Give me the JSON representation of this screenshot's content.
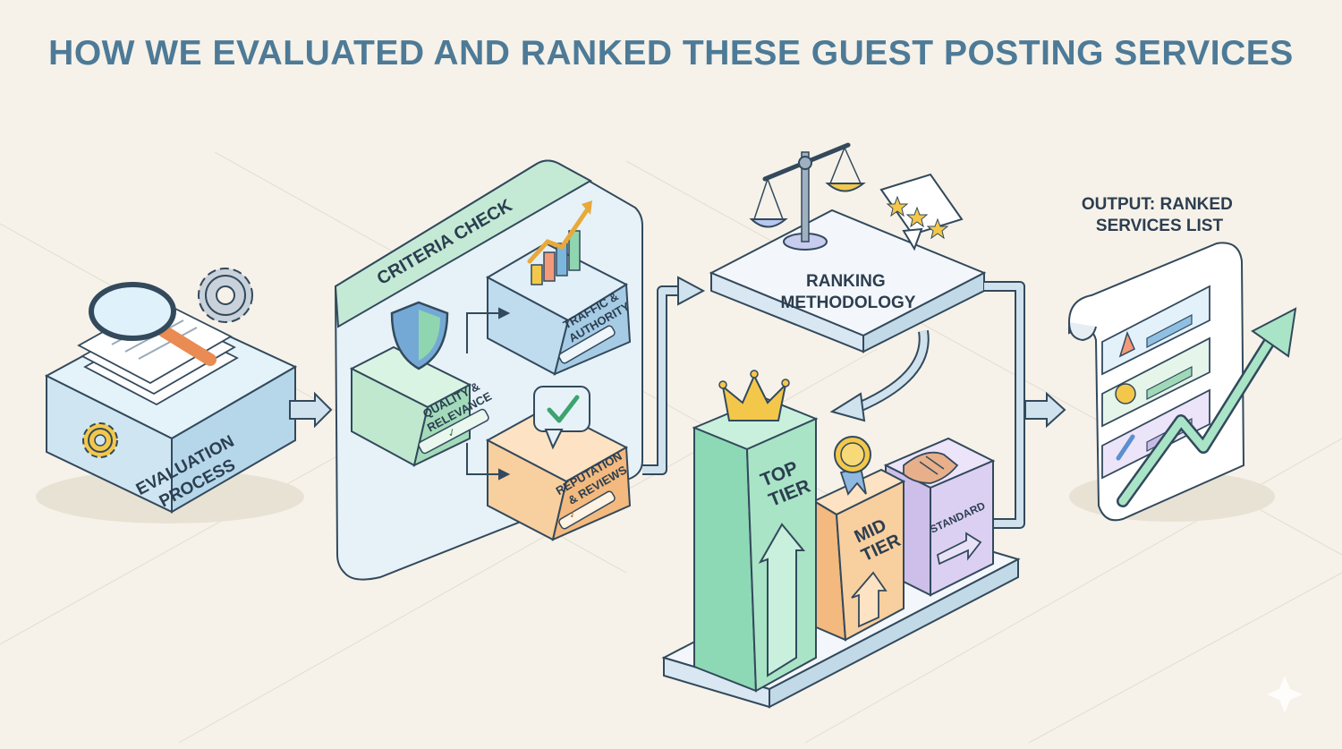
{
  "title": "HOW WE EVALUATED AND RANKED THESE GUEST POSTING SERVICES",
  "nodes": {
    "evaluation": {
      "line1": "EVALUATION",
      "line2": "PROCESS"
    },
    "criteria": {
      "title": "CRITERIA CHECK"
    },
    "quality": {
      "line1": "QUALITY &",
      "line2": "RELEVANCE"
    },
    "traffic": {
      "line1": "TRAFFIC &",
      "line2": "AUTHORITY"
    },
    "reputation": {
      "line1": "REPUTATION",
      "line2": "& REVIEWS"
    },
    "ranking": {
      "line1": "RANKING",
      "line2": "METHODOLOGY"
    },
    "top": {
      "line1": "TOP",
      "line2": "TIER"
    },
    "mid": {
      "line1": "MID",
      "line2": "TIER"
    },
    "standard": {
      "label": "STANDARD"
    },
    "output": {
      "line1": "OUTPUT: RANKED",
      "line2": "SERVICES LIST"
    }
  },
  "check_mark": "✓",
  "colors": {
    "title": "#4d7a97",
    "blue": "#cfe6f2",
    "green": "#bfe8cf",
    "orange": "#f8cf9f",
    "purple": "#dcd0f2",
    "mint": "#a9e4c7",
    "gold": "#f3c84a"
  }
}
